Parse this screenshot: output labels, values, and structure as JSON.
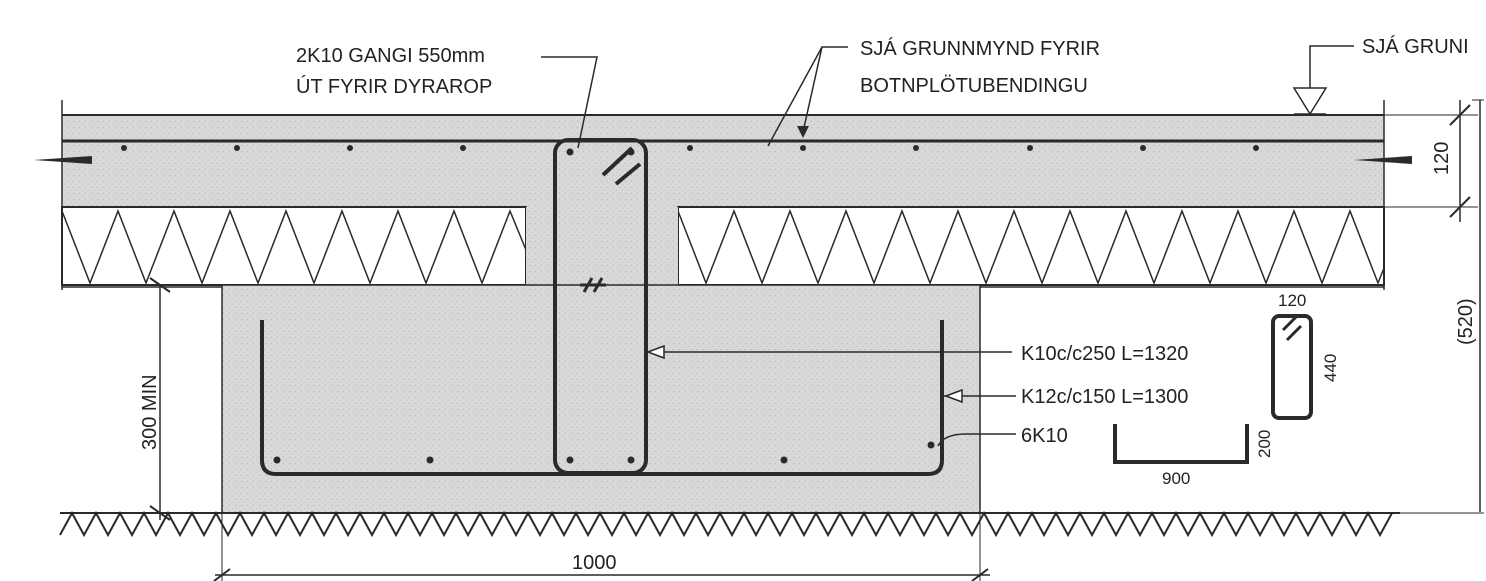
{
  "labels": {
    "rebar_door": "2K10 GANGI 550mm",
    "door_opening": "ÚT FYRIR DYRAROP",
    "see_plan_line1": "SJÁ GRUNNMYND FYRIR",
    "see_plan_line2": "BOTNPLÖTUBENDINGU",
    "see_plan_top": "SJÁ GRUNI",
    "stirrup": "K10c/c250 L=1320",
    "ubar": "K12c/c150 L=1300",
    "bottom_bars": "6K10"
  },
  "dimensions": {
    "slab_thickness": "120",
    "total_depth": "(520)",
    "footing_height": "300 MIN",
    "footing_width": "1000",
    "stirrup_width": "120",
    "stirrup_height": "440",
    "ubar_leg": "200",
    "ubar_width": "900"
  },
  "colors": {
    "concrete": "#d9d9d9",
    "line": "#2a2a2a"
  }
}
